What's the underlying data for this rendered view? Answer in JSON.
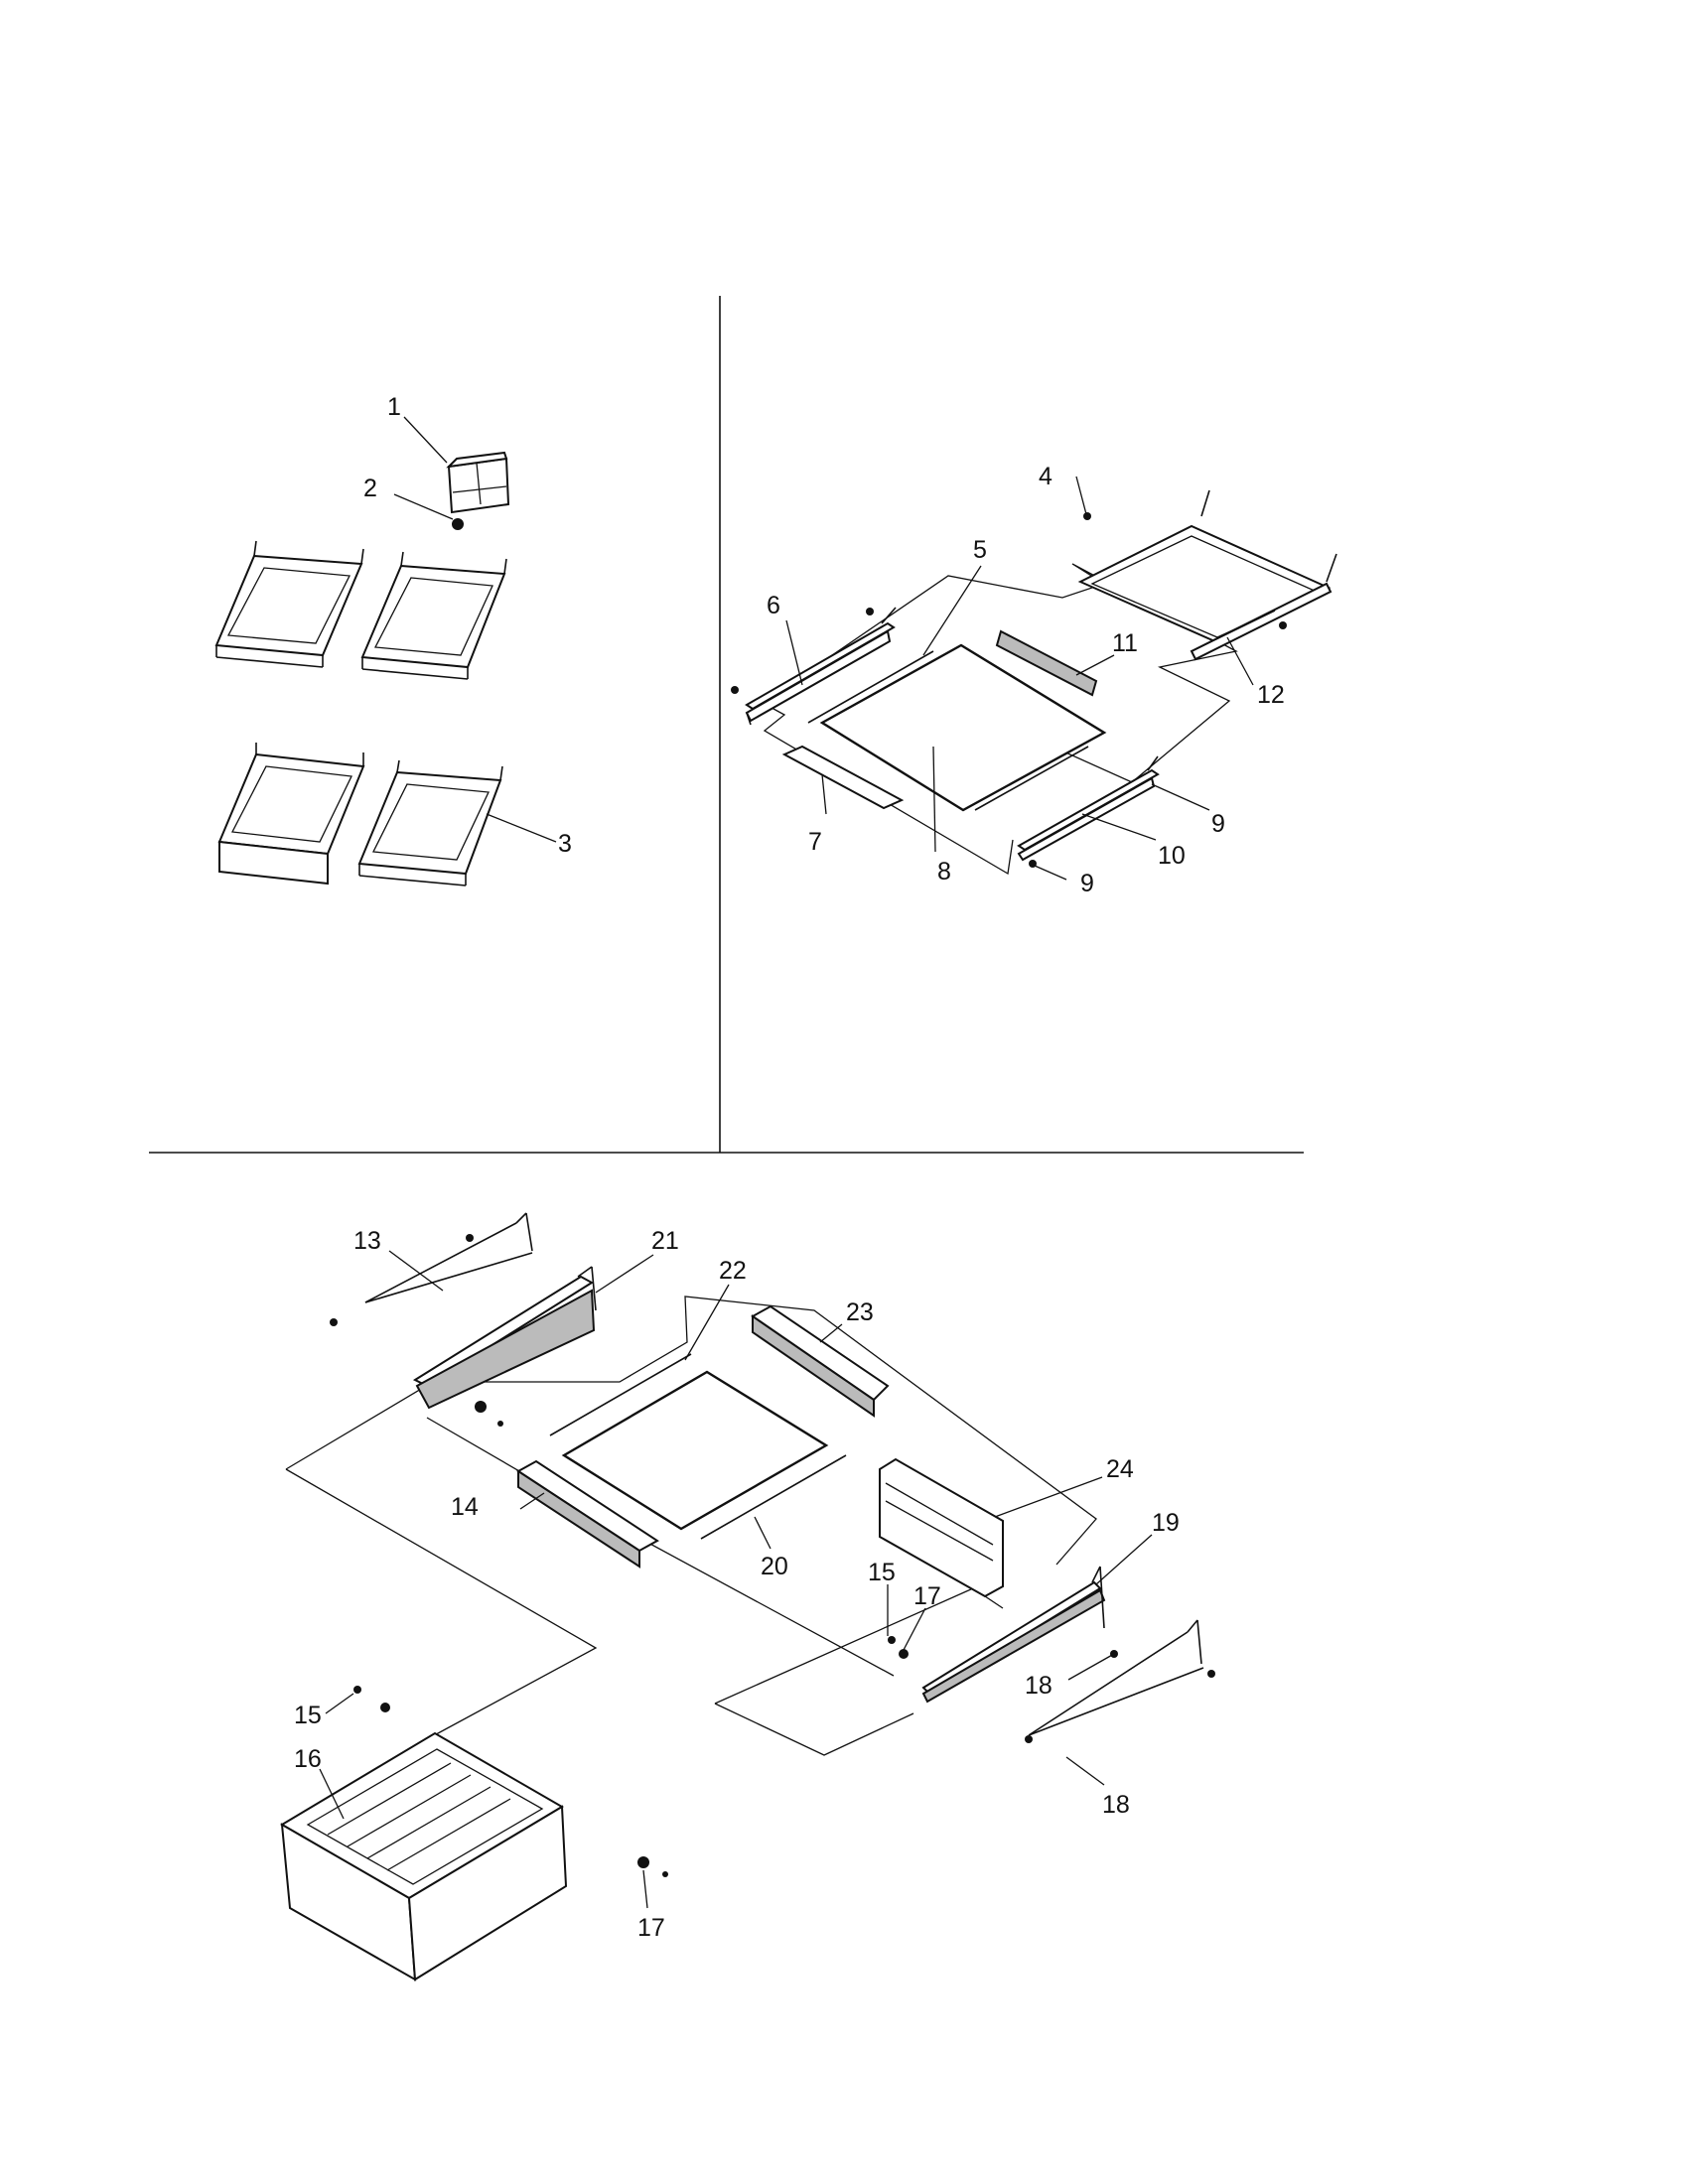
{
  "callouts": {
    "c1": "1",
    "c2": "2",
    "c3": "3",
    "c4": "4",
    "c5": "5",
    "c6": "6",
    "c7": "7",
    "c8": "8",
    "c9a": "9",
    "c9b": "9",
    "c10": "10",
    "c11": "11",
    "c12": "12",
    "c13": "13",
    "c14": "14",
    "c15a": "15",
    "c15b": "15",
    "c16": "16",
    "c17a": "17",
    "c17b": "17",
    "c18a": "18",
    "c18b": "18",
    "c19": "19",
    "c20": "20",
    "c21": "21",
    "c22": "22",
    "c23": "23",
    "c24": "24"
  }
}
